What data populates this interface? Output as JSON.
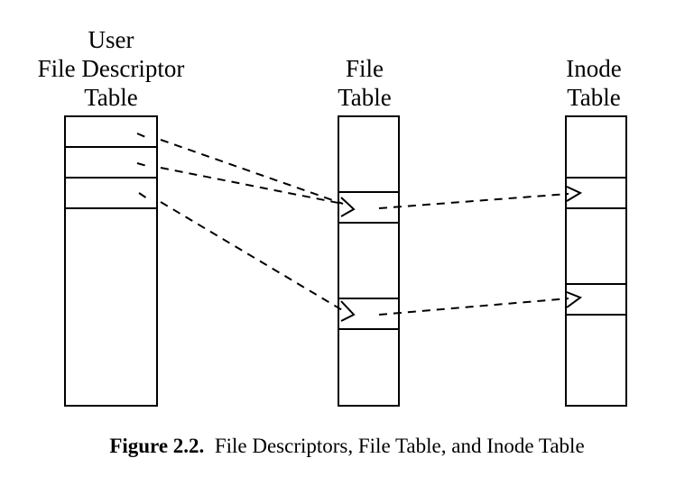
{
  "tables": [
    {
      "id": "ufd",
      "title_lines": [
        "User",
        "File Descriptor",
        "Table"
      ]
    },
    {
      "id": "file",
      "title_lines": [
        "File",
        "Table"
      ]
    },
    {
      "id": "inode",
      "title_lines": [
        "Inode",
        "Table"
      ]
    }
  ],
  "caption": {
    "label": "Figure 2.2.",
    "text": "File Descriptors, File Table, and Inode Table"
  }
}
